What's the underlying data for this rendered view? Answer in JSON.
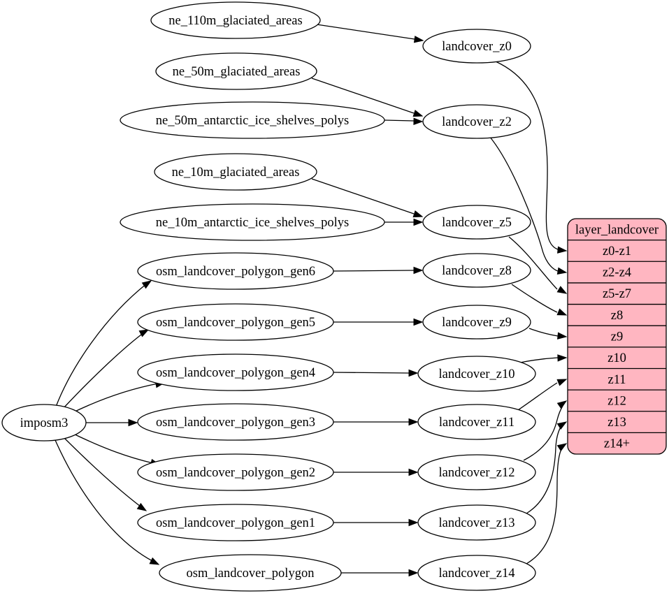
{
  "diagram": {
    "kind": "graphviz-flow",
    "colors": {
      "background": "#ffffff",
      "node_fill": "#ffffff",
      "stroke": "#000000",
      "edge": "#000000",
      "table_fill": "#ffb6c1"
    },
    "nodes": [
      {
        "id": "imposm3",
        "label": "imposm3"
      },
      {
        "id": "ne_110m_glaciated_areas",
        "label": "ne_110m_glaciated_areas"
      },
      {
        "id": "ne_50m_glaciated_areas",
        "label": "ne_50m_glaciated_areas"
      },
      {
        "id": "ne_50m_antarctic_ice_shelves_polys",
        "label": "ne_50m_antarctic_ice_shelves_polys"
      },
      {
        "id": "ne_10m_glaciated_areas",
        "label": "ne_10m_glaciated_areas"
      },
      {
        "id": "ne_10m_antarctic_ice_shelves_polys",
        "label": "ne_10m_antarctic_ice_shelves_polys"
      },
      {
        "id": "osm_landcover_polygon_gen6",
        "label": "osm_landcover_polygon_gen6"
      },
      {
        "id": "osm_landcover_polygon_gen5",
        "label": "osm_landcover_polygon_gen5"
      },
      {
        "id": "osm_landcover_polygon_gen4",
        "label": "osm_landcover_polygon_gen4"
      },
      {
        "id": "osm_landcover_polygon_gen3",
        "label": "osm_landcover_polygon_gen3"
      },
      {
        "id": "osm_landcover_polygon_gen2",
        "label": "osm_landcover_polygon_gen2"
      },
      {
        "id": "osm_landcover_polygon_gen1",
        "label": "osm_landcover_polygon_gen1"
      },
      {
        "id": "osm_landcover_polygon",
        "label": "osm_landcover_polygon"
      },
      {
        "id": "landcover_z0",
        "label": "landcover_z0"
      },
      {
        "id": "landcover_z2",
        "label": "landcover_z2"
      },
      {
        "id": "landcover_z5",
        "label": "landcover_z5"
      },
      {
        "id": "landcover_z8",
        "label": "landcover_z8"
      },
      {
        "id": "landcover_z9",
        "label": "landcover_z9"
      },
      {
        "id": "landcover_z10",
        "label": "landcover_z10"
      },
      {
        "id": "landcover_z11",
        "label": "landcover_z11"
      },
      {
        "id": "landcover_z12",
        "label": "landcover_z12"
      },
      {
        "id": "landcover_z13",
        "label": "landcover_z13"
      },
      {
        "id": "landcover_z14",
        "label": "landcover_z14"
      }
    ],
    "table": {
      "id": "layer_landcover",
      "title": "layer_landcover",
      "rows": [
        "z0-z1",
        "z2-z4",
        "z5-z7",
        "z8",
        "z9",
        "z10",
        "z11",
        "z12",
        "z13",
        "z14+"
      ]
    },
    "edges": [
      {
        "from": "imposm3",
        "to": "osm_landcover_polygon_gen6"
      },
      {
        "from": "imposm3",
        "to": "osm_landcover_polygon_gen5"
      },
      {
        "from": "imposm3",
        "to": "osm_landcover_polygon_gen4"
      },
      {
        "from": "imposm3",
        "to": "osm_landcover_polygon_gen3"
      },
      {
        "from": "imposm3",
        "to": "osm_landcover_polygon_gen2"
      },
      {
        "from": "imposm3",
        "to": "osm_landcover_polygon_gen1"
      },
      {
        "from": "imposm3",
        "to": "osm_landcover_polygon"
      },
      {
        "from": "ne_110m_glaciated_areas",
        "to": "landcover_z0"
      },
      {
        "from": "ne_50m_glaciated_areas",
        "to": "landcover_z2"
      },
      {
        "from": "ne_50m_antarctic_ice_shelves_polys",
        "to": "landcover_z2"
      },
      {
        "from": "ne_10m_glaciated_areas",
        "to": "landcover_z5"
      },
      {
        "from": "ne_10m_antarctic_ice_shelves_polys",
        "to": "landcover_z5"
      },
      {
        "from": "osm_landcover_polygon_gen6",
        "to": "landcover_z8"
      },
      {
        "from": "osm_landcover_polygon_gen5",
        "to": "landcover_z9"
      },
      {
        "from": "osm_landcover_polygon_gen4",
        "to": "landcover_z10"
      },
      {
        "from": "osm_landcover_polygon_gen3",
        "to": "landcover_z11"
      },
      {
        "from": "osm_landcover_polygon_gen2",
        "to": "landcover_z12"
      },
      {
        "from": "osm_landcover_polygon_gen1",
        "to": "landcover_z13"
      },
      {
        "from": "osm_landcover_polygon",
        "to": "landcover_z14"
      },
      {
        "from": "landcover_z0",
        "to": "layer_landcover.z0-z1"
      },
      {
        "from": "landcover_z2",
        "to": "layer_landcover.z2-z4"
      },
      {
        "from": "landcover_z5",
        "to": "layer_landcover.z5-z7"
      },
      {
        "from": "landcover_z8",
        "to": "layer_landcover.z8"
      },
      {
        "from": "landcover_z9",
        "to": "layer_landcover.z9"
      },
      {
        "from": "landcover_z10",
        "to": "layer_landcover.z10"
      },
      {
        "from": "landcover_z11",
        "to": "layer_landcover.z11"
      },
      {
        "from": "landcover_z12",
        "to": "layer_landcover.z12"
      },
      {
        "from": "landcover_z13",
        "to": "layer_landcover.z13"
      },
      {
        "from": "landcover_z14",
        "to": "layer_landcover.z14+"
      }
    ]
  }
}
